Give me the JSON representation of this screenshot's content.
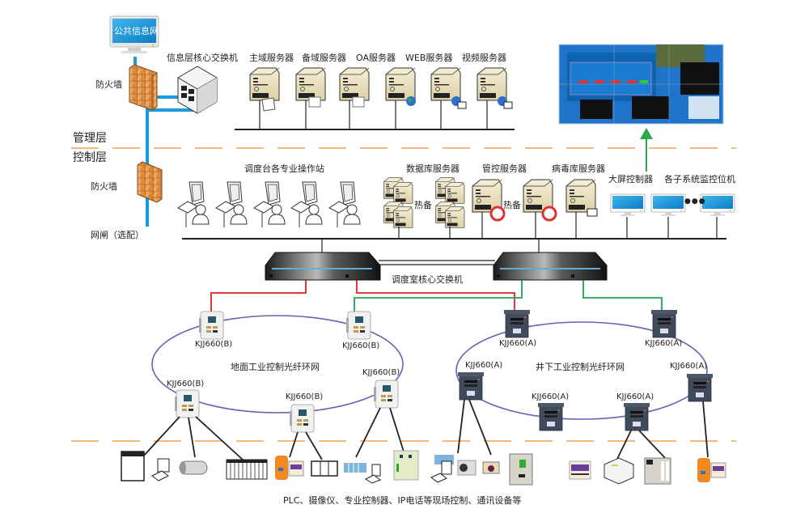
{
  "colors": {
    "accent_blue": "#1a9be0",
    "layer_divider": "#f0a050",
    "red_link": "#e02020",
    "green_link": "#20a050",
    "ring": "#6a5fb5",
    "arrow": "#2ea84f"
  },
  "top": {
    "public_net_label": "公共信息网",
    "firewall_top_label": "防火墙",
    "core_switch_label": "信息层核心交换机",
    "servers": [
      {
        "label": "主域服务器",
        "icon": "server-doc-icon"
      },
      {
        "label": "备域服务器",
        "icon": "server-printer-icon"
      },
      {
        "label": "OA服务器",
        "icon": "server-printer-icon"
      },
      {
        "label": "WEB服务器",
        "icon": "server-globe-icon"
      },
      {
        "label": "视频服务器",
        "icon": "server-globe-book-icon"
      },
      {
        "label": "视频服务器",
        "icon": "server-globe-book-icon"
      }
    ]
  },
  "layers": {
    "management": "管理层",
    "control": "控制层"
  },
  "control": {
    "firewall_label": "防火墙",
    "gateway_label": "网闸（选配）",
    "workstations_label": "调度台各专业操作站",
    "db_server_label": "数据库服务器",
    "mgmt_server_label": "管控服务器",
    "virus_server_label": "病毒库服务器",
    "hot_standby_1": "热备",
    "hot_standby_2": "热备",
    "big_screen_ctrl_label": "大屏控制器",
    "subsystem_monitor_label": "各子系统监控位机",
    "ellipsis": "●●●"
  },
  "core": {
    "dispatch_switch_label": "调度室核心交换机"
  },
  "rings": {
    "surface": {
      "label": "地面工业控制光纤环网",
      "nodes": [
        "KJJ660(B)",
        "KJJ660(B)",
        "KJJ660(B)",
        "KJJ660(B)",
        "KJJ660(B)"
      ]
    },
    "underground": {
      "label": "井下工业控制光纤环网",
      "nodes": [
        "KJJ660(A)",
        "KJJ660(A)",
        "KJJ660(A)",
        "KJJ660(A)",
        "KJJ660(A)",
        "KJJ660(A)"
      ]
    }
  },
  "field": {
    "caption": "PLC、摄像仪、专业控制器、IP电话等现场控制、通讯设备等"
  }
}
